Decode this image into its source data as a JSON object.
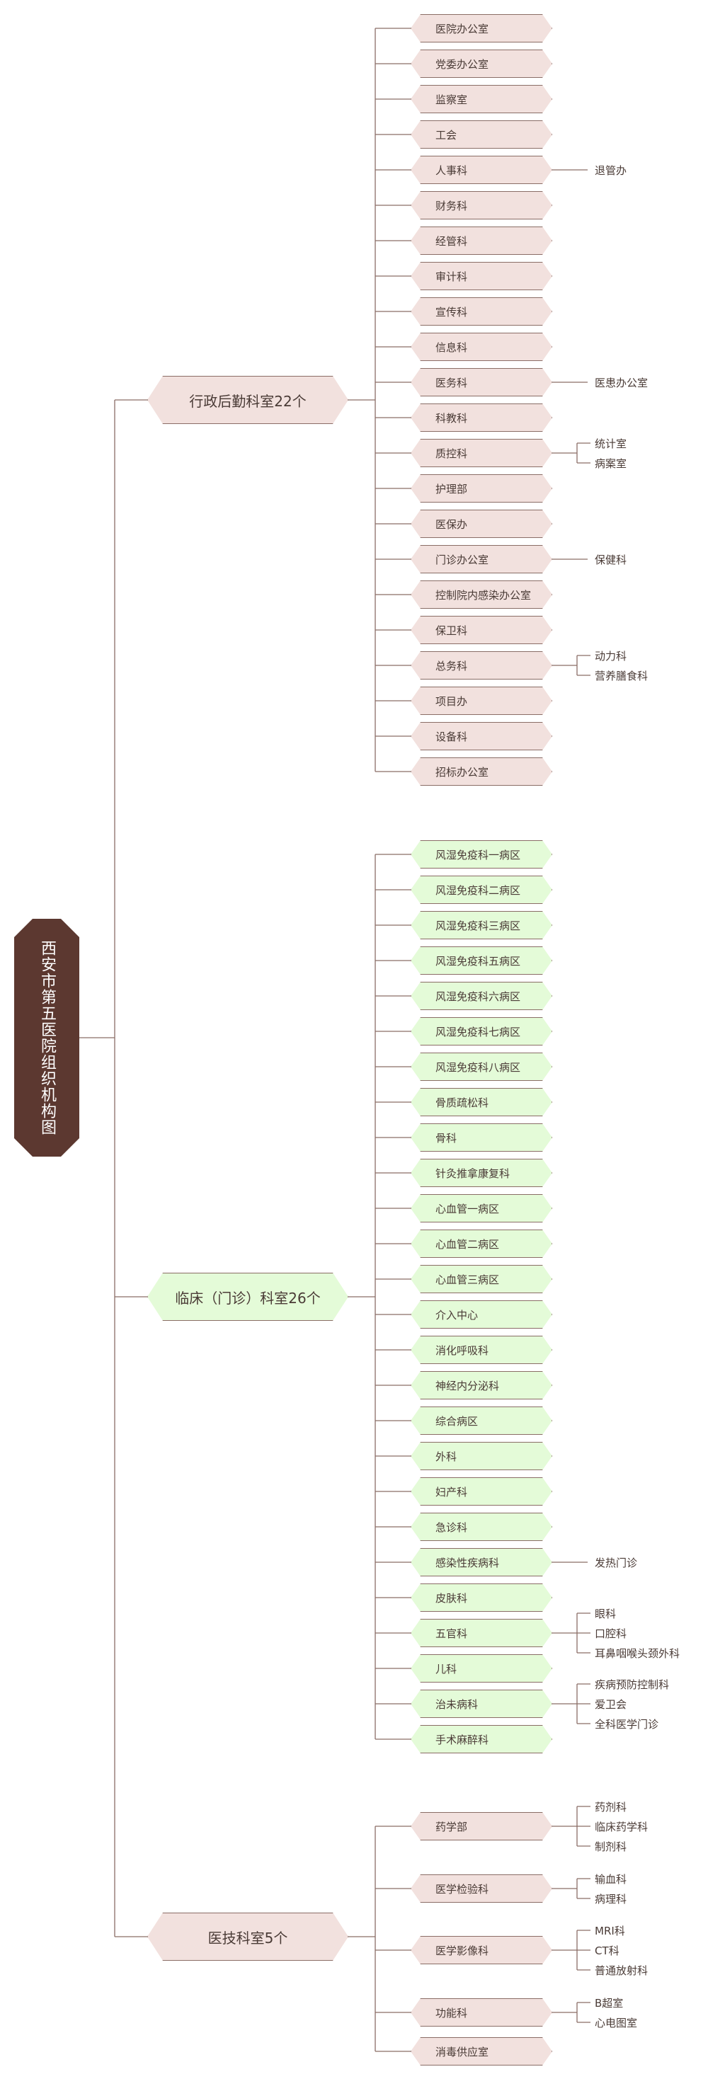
{
  "root_title": "西安市第五医院组织机构图",
  "colors": {
    "line": "#8a6d66",
    "admin": "#f2e1de",
    "clinical": "#e4fbd8",
    "medtech": "#f2e1de",
    "root": "#5c3830"
  },
  "groups": [
    {
      "label": "行政后勤科室22个",
      "color": "admin",
      "items": [
        {
          "label": "医院办公室",
          "children": []
        },
        {
          "label": "党委办公室",
          "children": []
        },
        {
          "label": "监察室",
          "children": []
        },
        {
          "label": "工会",
          "children": []
        },
        {
          "label": "人事科",
          "children": [
            "退管办"
          ]
        },
        {
          "label": "财务科",
          "children": []
        },
        {
          "label": "经管科",
          "children": []
        },
        {
          "label": "审计科",
          "children": []
        },
        {
          "label": "宣传科",
          "children": []
        },
        {
          "label": "信息科",
          "children": []
        },
        {
          "label": "医务科",
          "children": [
            "医患办公室"
          ]
        },
        {
          "label": "科教科",
          "children": []
        },
        {
          "label": "质控科",
          "children": [
            "统计室",
            "病案室"
          ]
        },
        {
          "label": "护理部",
          "children": []
        },
        {
          "label": "医保办",
          "children": []
        },
        {
          "label": "门诊办公室",
          "children": [
            "保健科"
          ]
        },
        {
          "label": "控制院内感染办公室",
          "children": []
        },
        {
          "label": "保卫科",
          "children": []
        },
        {
          "label": "总务科",
          "children": [
            "动力科",
            "营养膳食科"
          ]
        },
        {
          "label": "项目办",
          "children": []
        },
        {
          "label": "设备科",
          "children": []
        },
        {
          "label": "招标办公室",
          "children": []
        }
      ]
    },
    {
      "label": "临床（门诊）科室26个",
      "color": "clinical",
      "items": [
        {
          "label": "风湿免疫科一病区",
          "children": []
        },
        {
          "label": "风湿免疫科二病区",
          "children": []
        },
        {
          "label": "风湿免疫科三病区",
          "children": []
        },
        {
          "label": "风湿免疫科五病区",
          "children": []
        },
        {
          "label": "风湿免疫科六病区",
          "children": []
        },
        {
          "label": "风湿免疫科七病区",
          "children": []
        },
        {
          "label": "风湿免疫科八病区",
          "children": []
        },
        {
          "label": "骨质疏松科",
          "children": []
        },
        {
          "label": "骨科",
          "children": []
        },
        {
          "label": "针灸推拿康复科",
          "children": []
        },
        {
          "label": "心血管一病区",
          "children": []
        },
        {
          "label": "心血管二病区",
          "children": []
        },
        {
          "label": "心血管三病区",
          "children": []
        },
        {
          "label": "介入中心",
          "children": []
        },
        {
          "label": "消化呼吸科",
          "children": []
        },
        {
          "label": "神经内分泌科",
          "children": []
        },
        {
          "label": "综合病区",
          "children": []
        },
        {
          "label": "外科",
          "children": []
        },
        {
          "label": "妇产科",
          "children": []
        },
        {
          "label": "急诊科",
          "children": []
        },
        {
          "label": "感染性疾病科",
          "children": [
            "发热门诊"
          ]
        },
        {
          "label": "皮肤科",
          "children": []
        },
        {
          "label": "五官科",
          "children": [
            "眼科",
            "口腔科",
            "耳鼻咽喉头颈外科"
          ]
        },
        {
          "label": "儿科",
          "children": []
        },
        {
          "label": "治未病科",
          "children": [
            "疾病预防控制科",
            "爱卫会",
            "全科医学门诊"
          ]
        },
        {
          "label": "手术麻醉科",
          "children": []
        }
      ]
    },
    {
      "label": "医技科室5个",
      "color": "medtech",
      "items": [
        {
          "label": "药学部",
          "children": [
            "药剂科",
            "临床药学科",
            "制剂科"
          ]
        },
        {
          "label": "医学检验科",
          "children": [
            "输血科",
            "病理科"
          ]
        },
        {
          "label": "医学影像科",
          "children": [
            "MRI科",
            "CT科",
            "普通放射科"
          ]
        },
        {
          "label": "功能科",
          "children": [
            "B超室",
            "心电图室"
          ]
        },
        {
          "label": "消毒供应室",
          "children": []
        }
      ]
    }
  ]
}
